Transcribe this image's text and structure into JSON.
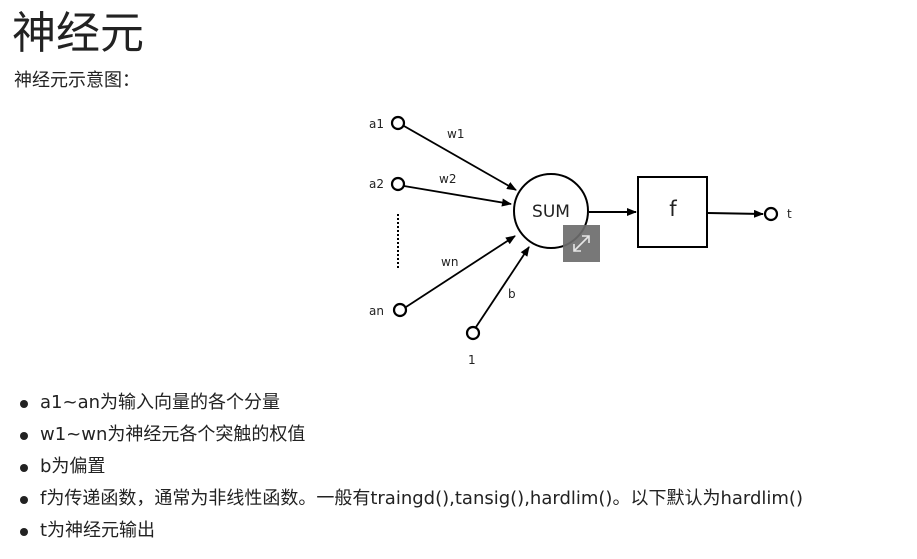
{
  "title": "神经元",
  "subtitle": "神经元示意图：",
  "diagram": {
    "inputs": [
      {
        "name": "a1",
        "weight": "w1"
      },
      {
        "name": "a2",
        "weight": "w2"
      },
      {
        "name": "an",
        "weight": "wn"
      }
    ],
    "bias_input": "1",
    "bias_label": "b",
    "sum_label": "SUM",
    "function_label": "f",
    "output_label": "t",
    "expand_icon": "expand-icon"
  },
  "bullets": [
    "a1~an为输入向量的各个分量",
    "w1~wn为神经元各个突触的权值",
    "b为偏置",
    "f为传递函数，通常为非线性函数。一般有traingd(),tansig(),hardlim()。以下默认为hardlim()",
    "t为神经元输出"
  ],
  "colors": {
    "text": "#222222",
    "diagram_stroke": "#000000",
    "expand_button": "#6d6d6d"
  }
}
